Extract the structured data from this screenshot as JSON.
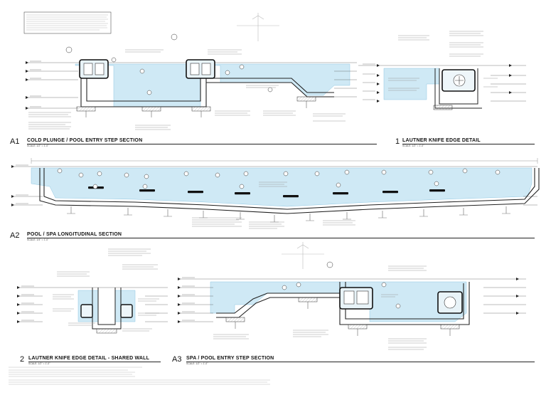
{
  "sheet": {
    "views": [
      {
        "id": "A1",
        "title": "COLD PLUNGE / POOL ENTRY STEP SECTION",
        "scale": "SCALE: 1/2\" = 1'-0\""
      },
      {
        "id": "1",
        "title": "LAUTNER KNIFE EDGE DETAIL",
        "scale": "SCALE: 1/2\" = 1'-0\""
      },
      {
        "id": "A2",
        "title": "POOL / SPA LONGITUDINAL SECTION",
        "scale": "SCALE: 1/4\" = 1'-0\""
      },
      {
        "id": "2",
        "title": "LAUTNER KNIFE EDGE DETAIL - SHARED WALL",
        "scale": "SCALE: 1/2\" = 1'-0\""
      },
      {
        "id": "A3",
        "title": "SPA / POOL ENTRY STEP SECTION",
        "scale": "SCALE: 1/2\" = 1'-0\""
      }
    ]
  },
  "colors": {
    "water": "#cfe9f5",
    "water_edge": "#8fc7e2",
    "line": "#222222",
    "light_line": "#9a9a9a",
    "background": "#ffffff"
  }
}
